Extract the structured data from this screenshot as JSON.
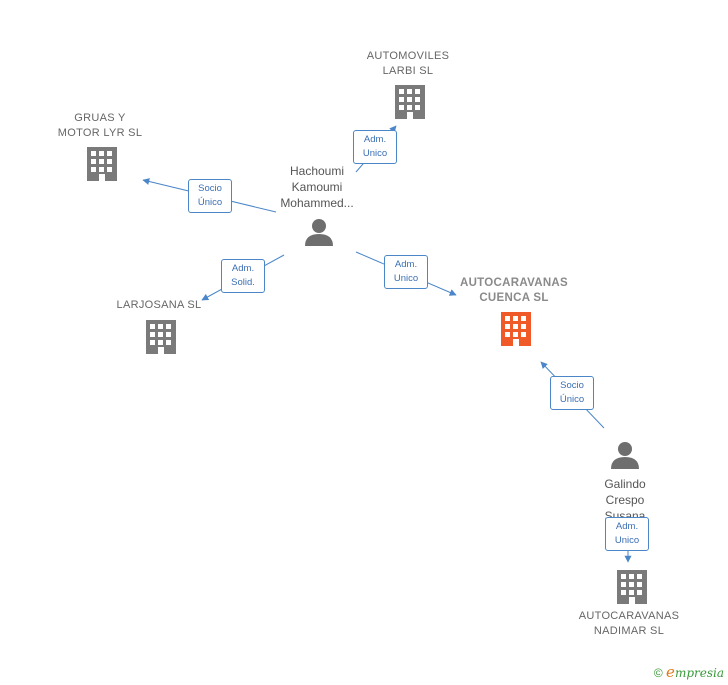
{
  "nodes": {
    "automoviles": {
      "label_line1": "AUTOMOVILES",
      "label_line2": "LARBI SL"
    },
    "gruas": {
      "label_line1": "GRUAS Y",
      "label_line2": "MOTOR LYR SL"
    },
    "larjosana": {
      "label_line1": "LARJOSANA SL"
    },
    "autocaravanas_cuenca": {
      "label_line1": "AUTOCARAVANAS",
      "label_line2": "CUENCA  SL"
    },
    "autocaravanas_nadimar": {
      "label_line1": "AUTOCARAVANAS",
      "label_line2": "NADIMAR  SL"
    },
    "hachoumi": {
      "line1": "Hachoumi",
      "line2": "Kamoumi",
      "line3": "Mohammed..."
    },
    "galindo": {
      "line1": "Galindo",
      "line2": "Crespo",
      "line3": "Susana"
    }
  },
  "edges": {
    "to_automoviles": {
      "line1": "Adm.",
      "line2": "Unico"
    },
    "to_gruas": {
      "line1": "Socio",
      "line2": "Único"
    },
    "to_larjosana": {
      "line1": "Adm.",
      "line2": "Solid."
    },
    "to_cuenca": {
      "line1": "Adm.",
      "line2": "Unico"
    },
    "galindo_to_cuenca": {
      "line1": "Socio",
      "line2": "Único"
    },
    "galindo_to_nadimar": {
      "line1": "Adm.",
      "line2": "Unico"
    }
  },
  "colors": {
    "edge": "#4a86c8",
    "building": "#7a7a7a",
    "building_main": "#f05a28",
    "person": "#6e6e6e"
  },
  "footer": {
    "copyright": "©",
    "brand_e": "e",
    "brand_rest": "mpresia"
  }
}
